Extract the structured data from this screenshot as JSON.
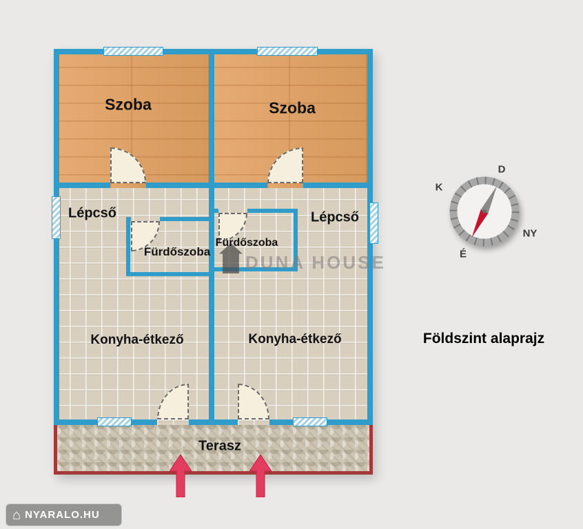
{
  "caption": {
    "title": "Földszint alaprajz"
  },
  "rooms": {
    "szoba_left": "Szoba",
    "szoba_right": "Szoba",
    "lepcso_left": "Lépcső",
    "lepcso_right": "Lépcső",
    "furdoszoba_left": "Fürdőszoba",
    "furdoszoba_right": "Fürdőszoba",
    "konyha_left": "Konyha-étkező",
    "konyha_right": "Konyha-étkező",
    "terasz": "Terasz"
  },
  "compass": {
    "d": "D",
    "k": "K",
    "ny": "NY",
    "e": "É"
  },
  "watermark": {
    "text": "DUNA HOUSE"
  },
  "logo": {
    "text": "NYARALO.HU"
  },
  "colors": {
    "wall": "#2f9cca",
    "wood_floor": "#e3a263",
    "tile_floor": "#d9cfbf",
    "terrace_border": "#a53939",
    "entrance_arrow": "#e23c5e"
  }
}
